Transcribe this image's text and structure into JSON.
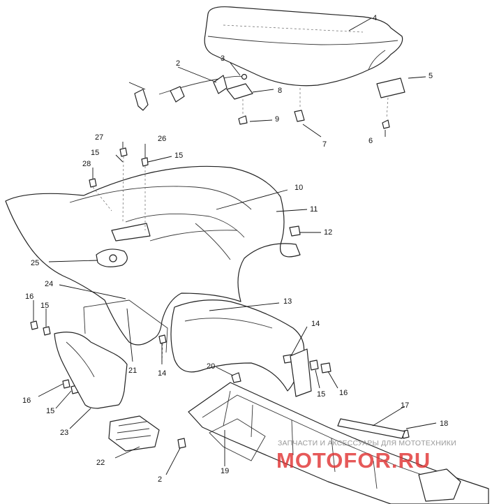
{
  "watermark": {
    "caption": "ЗАПЧАСТИ И АКСЕССУАРЫ ДЛЯ МОТОТЕХНИКИ",
    "brand": "MOTOFOR.RU",
    "brand_color": "#e03030"
  },
  "callouts": [
    {
      "id": "c1",
      "label": ""
    },
    {
      "id": "c2",
      "label": "2"
    },
    {
      "id": "c3",
      "label": "3"
    },
    {
      "id": "c4",
      "label": "4"
    },
    {
      "id": "c5",
      "label": "5"
    },
    {
      "id": "c6",
      "label": "6"
    },
    {
      "id": "c7",
      "label": "7"
    },
    {
      "id": "c8",
      "label": "8"
    },
    {
      "id": "c9",
      "label": "9"
    },
    {
      "id": "c27",
      "label": "27"
    },
    {
      "id": "c26",
      "label": "26"
    },
    {
      "id": "c15a",
      "label": "15"
    },
    {
      "id": "c15b",
      "label": "15"
    },
    {
      "id": "c28",
      "label": "28"
    },
    {
      "id": "c10",
      "label": "10"
    },
    {
      "id": "c11",
      "label": "11"
    },
    {
      "id": "c12",
      "label": "12"
    },
    {
      "id": "c25",
      "label": "25"
    },
    {
      "id": "c24",
      "label": "24"
    },
    {
      "id": "c13",
      "label": "13"
    },
    {
      "id": "c16a",
      "label": "16"
    },
    {
      "id": "c15c",
      "label": "15"
    },
    {
      "id": "c14a",
      "label": "14"
    },
    {
      "id": "c21",
      "label": "21"
    },
    {
      "id": "c14b",
      "label": "14"
    },
    {
      "id": "c20",
      "label": "20"
    },
    {
      "id": "c15d",
      "label": "15"
    },
    {
      "id": "c16b",
      "label": "16"
    },
    {
      "id": "c16c",
      "label": "16"
    },
    {
      "id": "c15e",
      "label": "15"
    },
    {
      "id": "c23",
      "label": "23"
    },
    {
      "id": "c17",
      "label": "17"
    },
    {
      "id": "c18",
      "label": "18"
    },
    {
      "id": "c22",
      "label": "22"
    },
    {
      "id": "c19",
      "label": "19"
    },
    {
      "id": "c2b",
      "label": "2"
    }
  ]
}
